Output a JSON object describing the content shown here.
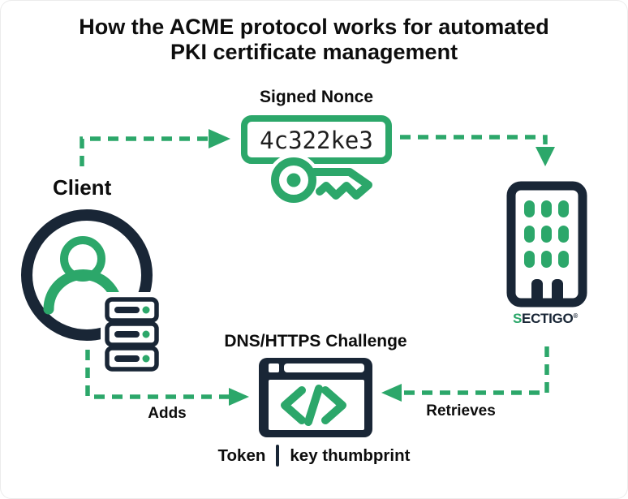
{
  "colors": {
    "green": "#2ca76a",
    "navy": "#192636",
    "text": "#0d0d0d"
  },
  "title": {
    "line1": "How the ACME protocol works for automated",
    "line2": "PKI certificate management"
  },
  "signed_nonce": {
    "label": "Signed Nonce",
    "value": "4c322ke3"
  },
  "client": {
    "label": "Client"
  },
  "ca": {
    "brand_s": "S",
    "brand_rest": "ECTIGO",
    "registered_mark": "®"
  },
  "challenge": {
    "label": "DNS/HTTPS Challenge"
  },
  "edges": {
    "adds_label": "Adds",
    "retrieves_label": "Retrieves"
  },
  "footer": {
    "token_label": "Token",
    "thumbprint_label": "key thumbprint"
  },
  "icons": [
    "key-icon",
    "user-icon",
    "server-stack-icon",
    "ca-building-icon",
    "browser-window-icon",
    "code-icon",
    "dashed-arrow"
  ]
}
